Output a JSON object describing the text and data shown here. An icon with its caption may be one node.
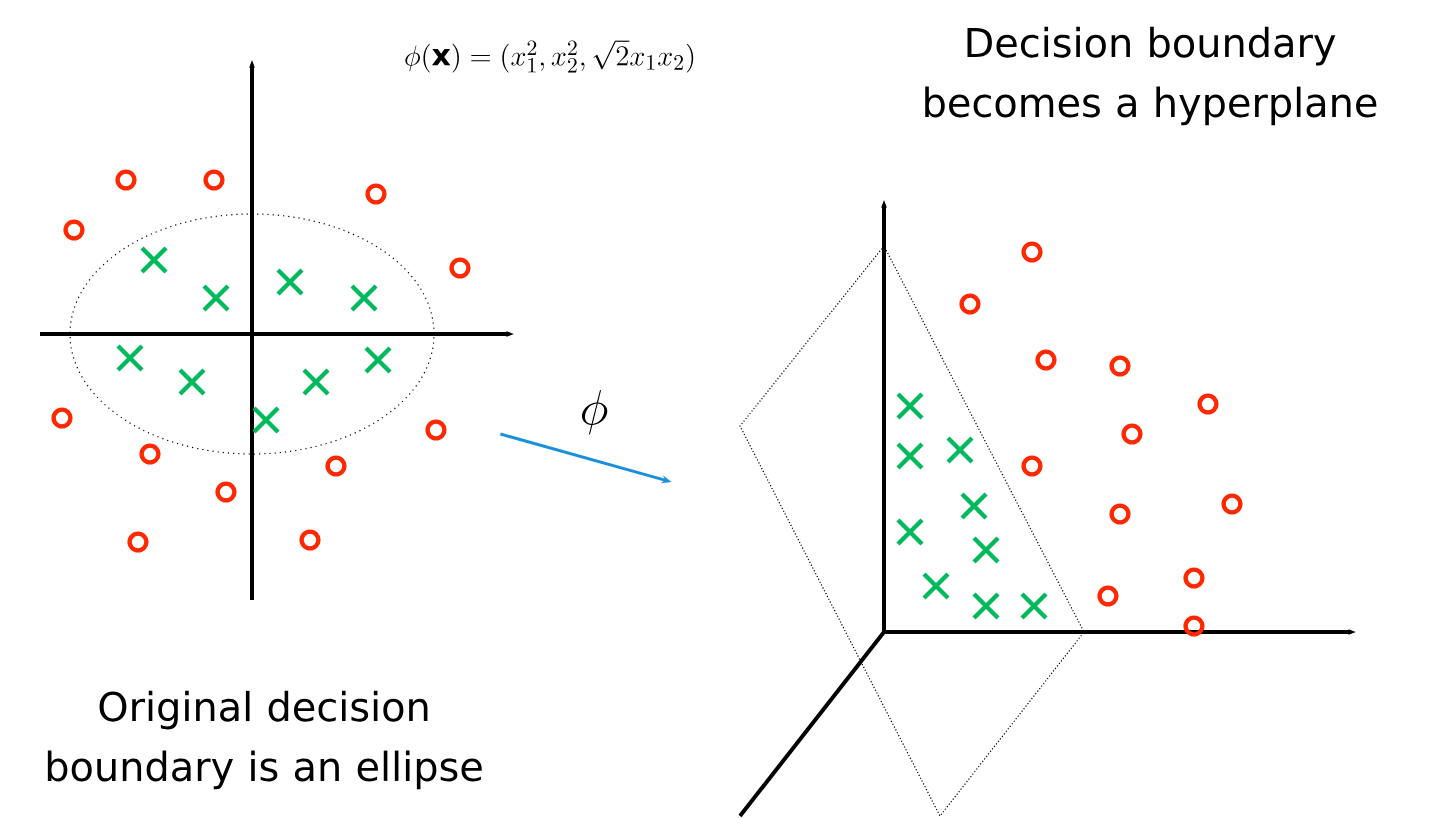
{
  "diagram": {
    "nodes": [
      {
        "text": [],
        "shape": "picture",
        "beside": [
          "Original decision boundary is an ellipse"
        ]
      },
      {
        "text": [],
        "shape": "picture",
        "beside": [
          "Decision boundary becomes a hyperplane"
        ]
      }
    ],
    "edges": [
      {
        "from": 0,
        "to": 1,
        "arrow": "to",
        "label": "\\phi",
        "color": "#1a8fdc"
      }
    ],
    "labels": [
      "\\phi(\\mathbf{x}) = (x_1^2, x_2^2, \\sqrt{2}x_1x_2)"
    ]
  }
}
